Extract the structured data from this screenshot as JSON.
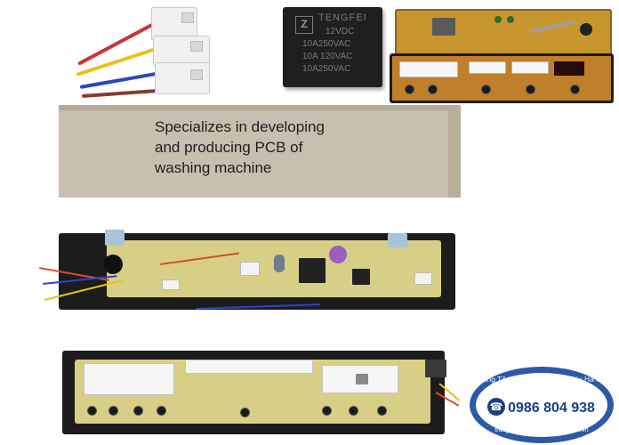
{
  "box": {
    "lines": [
      "Specializes in developing",
      "and producing PCB of",
      "washing machine"
    ]
  },
  "relay": {
    "lines": [
      "TENGFEI",
      "12VDC",
      "10A250VAC",
      "10A 120VAC",
      "10A250VAC"
    ]
  },
  "badge": {
    "title": "Trung Tâm Bảo Hành Điện Máy Hà Nội",
    "phone": "0986 804 938",
    "url": "trungtambaohanhdienmay.com.vn"
  },
  "colors": {
    "box": "#c9bfae",
    "badge": "#2c5aa8",
    "pcb": "#d8cf86",
    "relay": "#1f1f1f"
  }
}
